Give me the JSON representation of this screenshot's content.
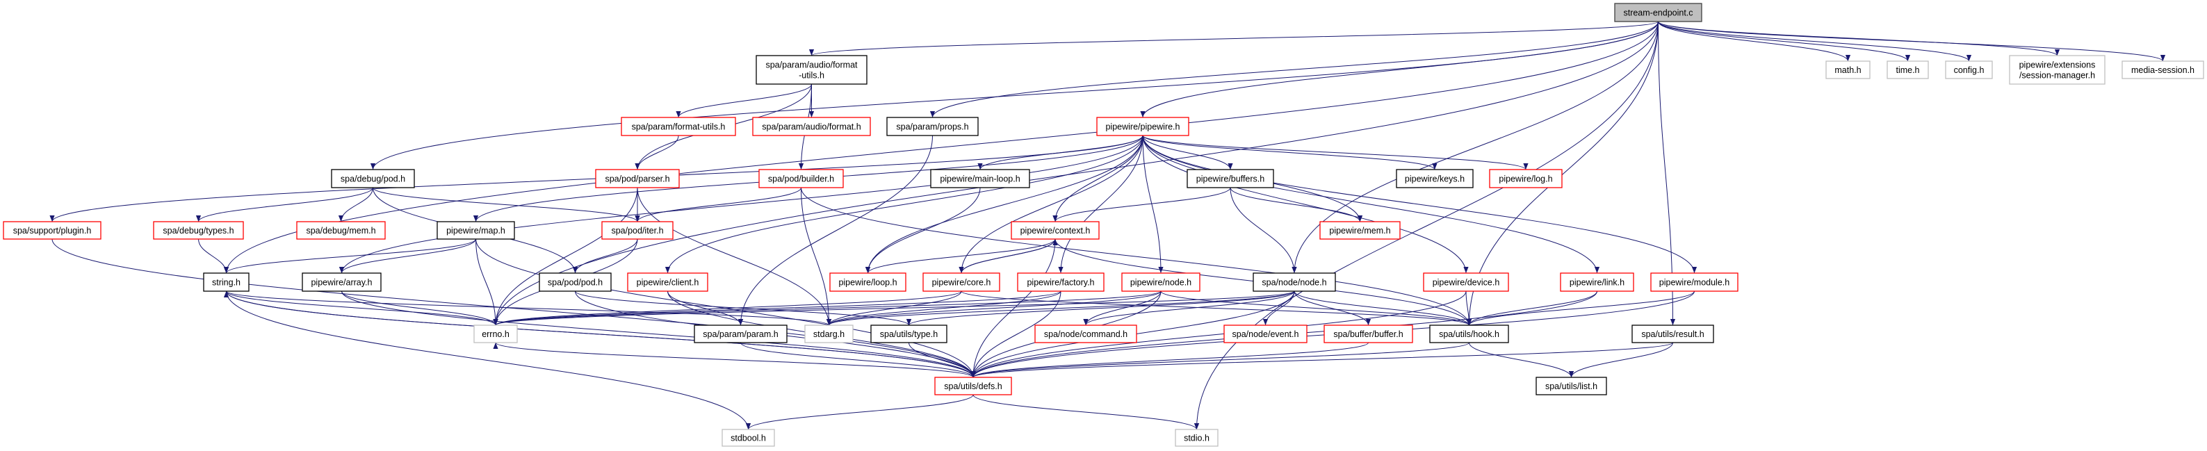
{
  "colors": {
    "edge": "#191970",
    "root_fill": "#bfbfbf",
    "root_border": "#404040",
    "documented_border": "#000000",
    "truncated_border": "#ff0000",
    "external_border": "#bfbfbf"
  },
  "nodes": [
    {
      "id": "root",
      "label": "stream-endpoint.c",
      "kind": "root"
    },
    {
      "id": "math",
      "label": "math.h",
      "kind": "external"
    },
    {
      "id": "time",
      "label": "time.h",
      "kind": "external"
    },
    {
      "id": "config",
      "label": "config.h",
      "kind": "external"
    },
    {
      "id": "sessmgr",
      "label": "pipewire/extensions\n/session-manager.h",
      "kind": "external"
    },
    {
      "id": "mediasess",
      "label": "media-session.h",
      "kind": "external"
    },
    {
      "id": "afmtutils",
      "label": "spa/param/audio/format\n-utils.h",
      "kind": "documented"
    },
    {
      "id": "afmt",
      "label": "spa/param/audio/format.h",
      "kind": "truncated"
    },
    {
      "id": "fmtutils",
      "label": "spa/param/format-utils.h",
      "kind": "truncated"
    },
    {
      "id": "props",
      "label": "spa/param/props.h",
      "kind": "documented"
    },
    {
      "id": "pipewire",
      "label": "pipewire/pipewire.h",
      "kind": "truncated"
    },
    {
      "id": "debugpod",
      "label": "spa/debug/pod.h",
      "kind": "documented"
    },
    {
      "id": "parser",
      "label": "spa/pod/parser.h",
      "kind": "truncated"
    },
    {
      "id": "builder",
      "label": "spa/pod/builder.h",
      "kind": "truncated"
    },
    {
      "id": "mainloop",
      "label": "pipewire/main-loop.h",
      "kind": "documented"
    },
    {
      "id": "buffers",
      "label": "pipewire/buffers.h",
      "kind": "documented"
    },
    {
      "id": "keys",
      "label": "pipewire/keys.h",
      "kind": "documented"
    },
    {
      "id": "log",
      "label": "pipewire/log.h",
      "kind": "truncated"
    },
    {
      "id": "plugin",
      "label": "spa/support/plugin.h",
      "kind": "truncated"
    },
    {
      "id": "dtypes",
      "label": "spa/debug/types.h",
      "kind": "truncated"
    },
    {
      "id": "dmem",
      "label": "spa/debug/mem.h",
      "kind": "truncated"
    },
    {
      "id": "map",
      "label": "pipewire/map.h",
      "kind": "documented"
    },
    {
      "id": "iter",
      "label": "spa/pod/iter.h",
      "kind": "truncated"
    },
    {
      "id": "context",
      "label": "pipewire/context.h",
      "kind": "truncated"
    },
    {
      "id": "mem",
      "label": "pipewire/mem.h",
      "kind": "truncated"
    },
    {
      "id": "string",
      "label": "string.h",
      "kind": "documented"
    },
    {
      "id": "array",
      "label": "pipewire/array.h",
      "kind": "documented"
    },
    {
      "id": "pod",
      "label": "spa/pod/pod.h",
      "kind": "documented"
    },
    {
      "id": "client",
      "label": "pipewire/client.h",
      "kind": "truncated"
    },
    {
      "id": "loop",
      "label": "pipewire/loop.h",
      "kind": "truncated"
    },
    {
      "id": "core",
      "label": "pipewire/core.h",
      "kind": "truncated"
    },
    {
      "id": "factory",
      "label": "pipewire/factory.h",
      "kind": "truncated"
    },
    {
      "id": "pwnode",
      "label": "pipewire/node.h",
      "kind": "truncated"
    },
    {
      "id": "spanode",
      "label": "spa/node/node.h",
      "kind": "documented"
    },
    {
      "id": "device",
      "label": "pipewire/device.h",
      "kind": "truncated"
    },
    {
      "id": "link",
      "label": "pipewire/link.h",
      "kind": "truncated"
    },
    {
      "id": "module",
      "label": "pipewire/module.h",
      "kind": "truncated"
    },
    {
      "id": "errno",
      "label": "errno.h",
      "kind": "external"
    },
    {
      "id": "param",
      "label": "spa/param/param.h",
      "kind": "documented"
    },
    {
      "id": "stdarg",
      "label": "stdarg.h",
      "kind": "external"
    },
    {
      "id": "type",
      "label": "spa/utils/type.h",
      "kind": "documented"
    },
    {
      "id": "command",
      "label": "spa/node/command.h",
      "kind": "truncated"
    },
    {
      "id": "event",
      "label": "spa/node/event.h",
      "kind": "truncated"
    },
    {
      "id": "buffer",
      "label": "spa/buffer/buffer.h",
      "kind": "truncated"
    },
    {
      "id": "hook",
      "label": "spa/utils/hook.h",
      "kind": "documented"
    },
    {
      "id": "result",
      "label": "spa/utils/result.h",
      "kind": "documented"
    },
    {
      "id": "defs",
      "label": "spa/utils/defs.h",
      "kind": "truncated"
    },
    {
      "id": "list",
      "label": "spa/utils/list.h",
      "kind": "documented"
    },
    {
      "id": "stdbool",
      "label": "stdbool.h",
      "kind": "external"
    },
    {
      "id": "stdio",
      "label": "stdio.h",
      "kind": "external"
    }
  ],
  "edges": [
    [
      "root",
      "math"
    ],
    [
      "root",
      "time"
    ],
    [
      "root",
      "config"
    ],
    [
      "root",
      "sessmgr"
    ],
    [
      "root",
      "mediasess"
    ],
    [
      "root",
      "pipewire"
    ],
    [
      "root",
      "props"
    ],
    [
      "root",
      "afmtutils"
    ],
    [
      "root",
      "debugpod"
    ],
    [
      "root",
      "string"
    ],
    [
      "root",
      "errno"
    ],
    [
      "root",
      "spanode"
    ],
    [
      "root",
      "hook"
    ],
    [
      "root",
      "result"
    ],
    [
      "root",
      "stdio"
    ],
    [
      "afmtutils",
      "afmt"
    ],
    [
      "afmtutils",
      "fmtutils"
    ],
    [
      "afmtutils",
      "parser"
    ],
    [
      "afmtutils",
      "builder"
    ],
    [
      "fmtutils",
      "parser"
    ],
    [
      "props",
      "param"
    ],
    [
      "debugpod",
      "dtypes"
    ],
    [
      "debugpod",
      "dmem"
    ],
    [
      "debugpod",
      "iter"
    ],
    [
      "debugpod",
      "pod"
    ],
    [
      "dtypes",
      "string"
    ],
    [
      "plugin",
      "defs"
    ],
    [
      "parser",
      "iter"
    ],
    [
      "parser",
      "errno"
    ],
    [
      "parser",
      "stdarg"
    ],
    [
      "iter",
      "pod"
    ],
    [
      "iter",
      "errno"
    ],
    [
      "builder",
      "iter"
    ],
    [
      "builder",
      "stdarg"
    ],
    [
      "builder",
      "hook"
    ],
    [
      "pod",
      "defs"
    ],
    [
      "pod",
      "type"
    ],
    [
      "map",
      "string"
    ],
    [
      "map",
      "array"
    ],
    [
      "map",
      "errno"
    ],
    [
      "map",
      "defs"
    ],
    [
      "array",
      "errno"
    ],
    [
      "array",
      "defs"
    ],
    [
      "string",
      "errno"
    ],
    [
      "string",
      "defs"
    ],
    [
      "string",
      "stdbool"
    ],
    [
      "string",
      "stdarg"
    ],
    [
      "defs",
      "string"
    ],
    [
      "defs",
      "stdbool"
    ],
    [
      "defs",
      "stdio"
    ],
    [
      "defs",
      "errno"
    ],
    [
      "pipewire",
      "plugin"
    ],
    [
      "pipewire",
      "map"
    ],
    [
      "pipewire",
      "array"
    ],
    [
      "pipewire",
      "client"
    ],
    [
      "pipewire",
      "mainloop"
    ],
    [
      "pipewire",
      "loop"
    ],
    [
      "pipewire",
      "core"
    ],
    [
      "pipewire",
      "context"
    ],
    [
      "pipewire",
      "factory"
    ],
    [
      "pipewire",
      "pwnode"
    ],
    [
      "pipewire",
      "buffers"
    ],
    [
      "pipewire",
      "mem"
    ],
    [
      "pipewire",
      "keys"
    ],
    [
      "pipewire",
      "log"
    ],
    [
      "pipewire",
      "device"
    ],
    [
      "pipewire",
      "link"
    ],
    [
      "pipewire",
      "module"
    ],
    [
      "mainloop",
      "loop"
    ],
    [
      "buffers",
      "context"
    ],
    [
      "buffers",
      "mem"
    ],
    [
      "buffers",
      "spanode"
    ],
    [
      "context",
      "loop"
    ],
    [
      "context",
      "core"
    ],
    [
      "context",
      "defs"
    ],
    [
      "context",
      "hook"
    ],
    [
      "core",
      "context"
    ],
    [
      "core",
      "errno"
    ],
    [
      "core",
      "stdarg"
    ],
    [
      "core",
      "hook"
    ],
    [
      "client",
      "param"
    ],
    [
      "client",
      "defs"
    ],
    [
      "factory",
      "stdarg"
    ],
    [
      "factory",
      "defs"
    ],
    [
      "factory",
      "errno"
    ],
    [
      "pwnode",
      "errno"
    ],
    [
      "pwnode",
      "stdarg"
    ],
    [
      "pwnode",
      "command"
    ],
    [
      "pwnode",
      "defs"
    ],
    [
      "pwnode",
      "hook"
    ],
    [
      "spanode",
      "errno"
    ],
    [
      "spanode",
      "stdarg"
    ],
    [
      "spanode",
      "type"
    ],
    [
      "spanode",
      "command"
    ],
    [
      "spanode",
      "event"
    ],
    [
      "spanode",
      "buffer"
    ],
    [
      "spanode",
      "hook"
    ],
    [
      "spanode",
      "defs"
    ],
    [
      "param",
      "defs"
    ],
    [
      "type",
      "defs"
    ],
    [
      "buffer",
      "defs"
    ],
    [
      "hook",
      "list"
    ],
    [
      "hook",
      "defs"
    ],
    [
      "result",
      "list"
    ],
    [
      "result",
      "defs"
    ],
    [
      "device",
      "hook"
    ],
    [
      "device",
      "defs"
    ],
    [
      "link",
      "hook"
    ],
    [
      "link",
      "defs"
    ],
    [
      "module",
      "hook"
    ],
    [
      "module",
      "defs"
    ]
  ]
}
